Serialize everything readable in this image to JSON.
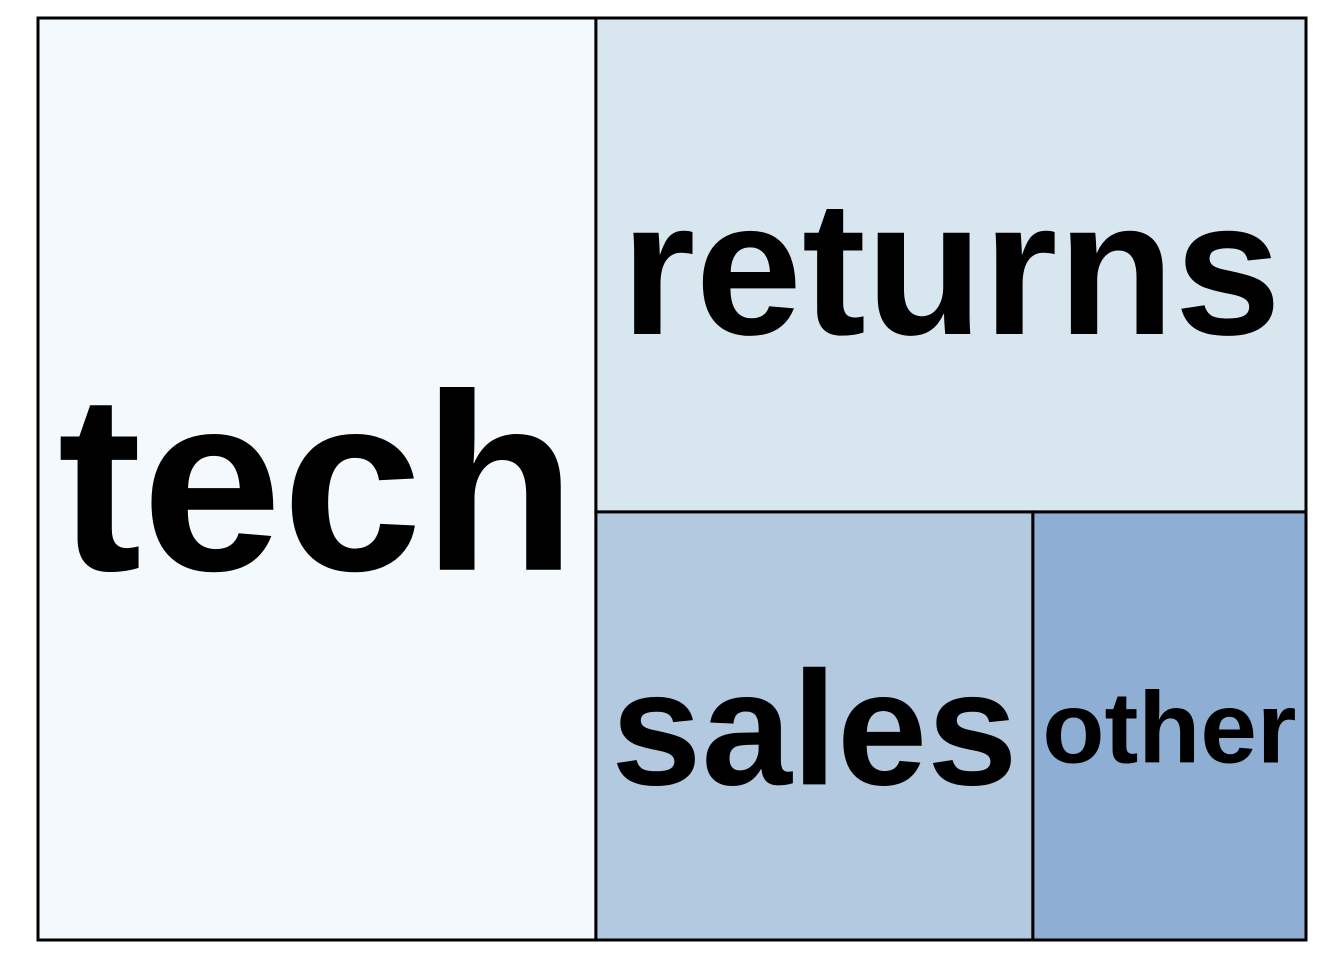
{
  "chart_data": {
    "type": "treemap",
    "title": "",
    "grid": false,
    "legend": "none",
    "border_color": "#000000",
    "items": [
      {
        "label": "tech",
        "value": 44,
        "color": "#f3f9fc"
      },
      {
        "label": "returns",
        "value": 30,
        "color": "#d8e6f0"
      },
      {
        "label": "sales",
        "value": 16,
        "color": "#b3c9e0"
      },
      {
        "label": "other",
        "value": 10,
        "color": "#8eaed4"
      }
    ]
  }
}
